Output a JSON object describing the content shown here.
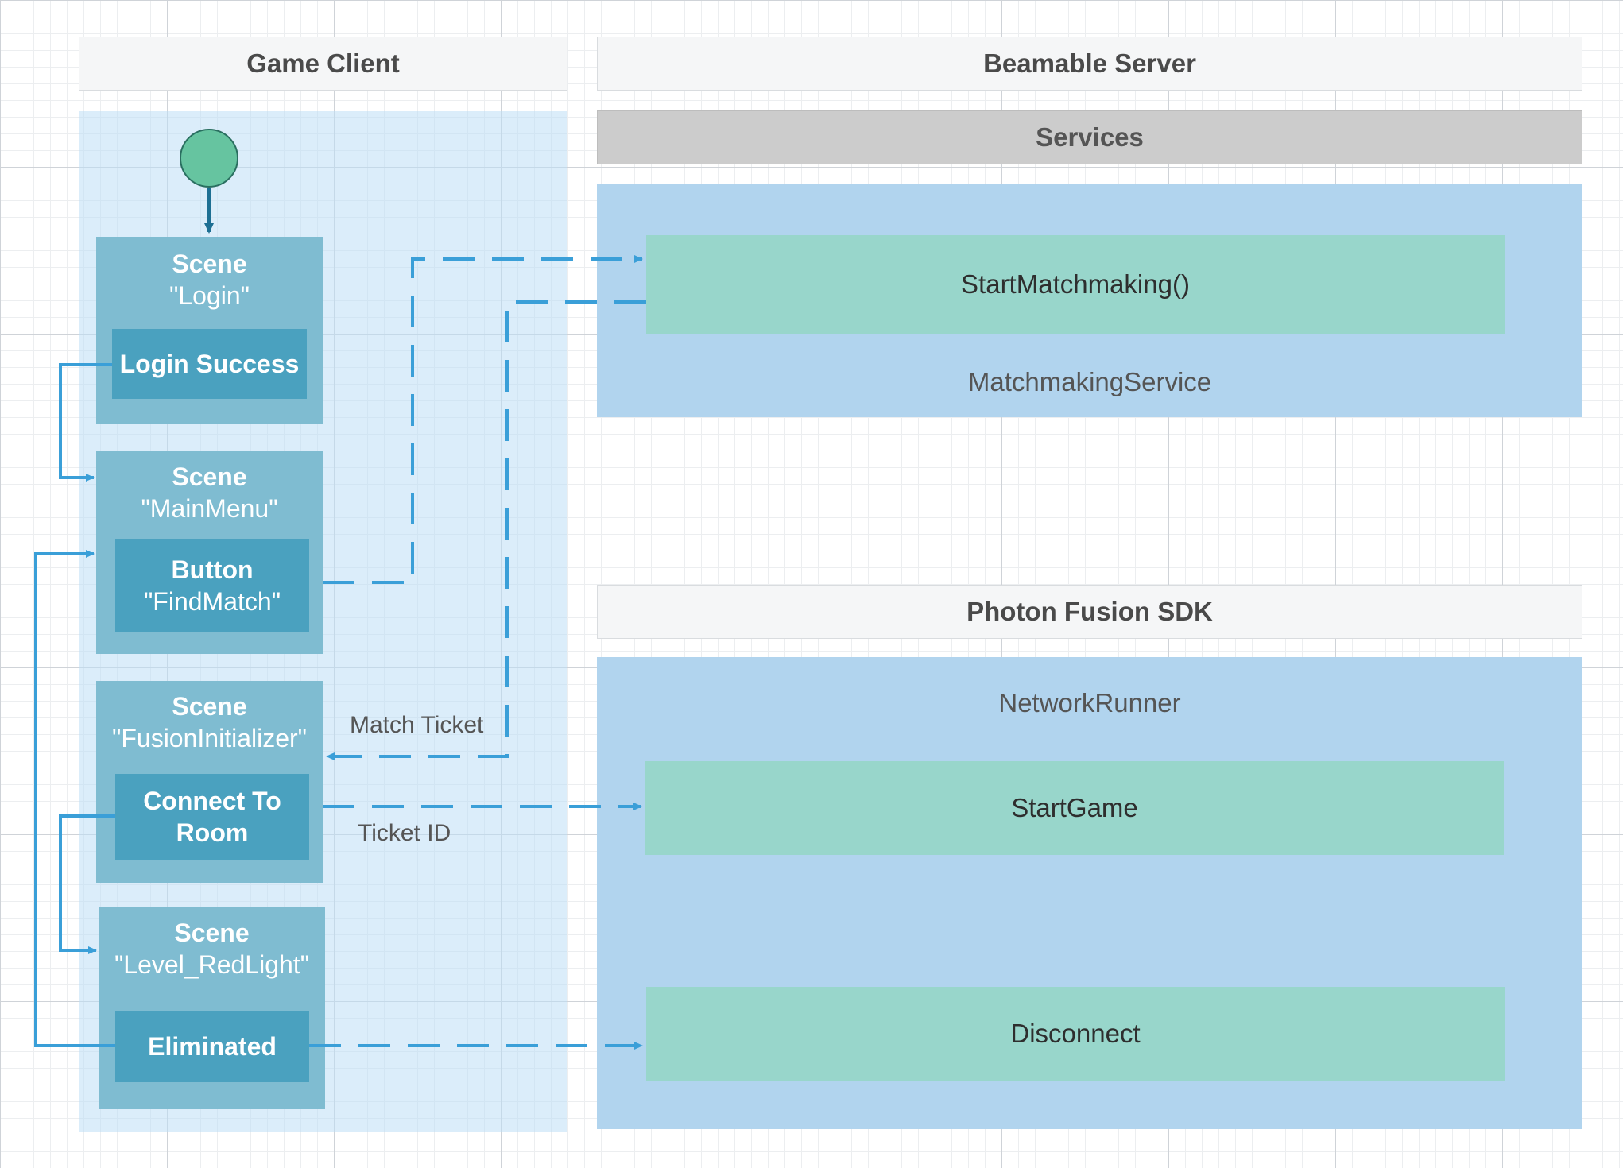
{
  "headers": {
    "game_client": "Game Client",
    "beamable_server": "Beamable Server",
    "services": "Services",
    "photon_fusion_sdk": "Photon Fusion SDK"
  },
  "scenes": {
    "login": {
      "title": "Scene",
      "name": "\"Login\"",
      "action": "Login Success"
    },
    "main_menu": {
      "title": "Scene",
      "name": "\"MainMenu\"",
      "action_line1": "Button",
      "action_line2": "\"FindMatch\""
    },
    "fusion_initializer": {
      "title": "Scene",
      "name": "\"FusionInitializer\"",
      "action_line1": "Connect To",
      "action_line2": "Room"
    },
    "level_redlight": {
      "title": "Scene",
      "name": "\"Level_RedLight\"",
      "action": "Eliminated"
    }
  },
  "matchmaking_service": {
    "label": "MatchmakingService",
    "method": "StartMatchmaking()"
  },
  "network_runner": {
    "label": "NetworkRunner",
    "methods": [
      "StartGame",
      "Disconnect"
    ]
  },
  "edge_labels": {
    "match_ticket": "Match Ticket",
    "ticket_id": "Ticket ID"
  },
  "colors": {
    "client_lane": "#d6e9f8",
    "server_lane": "#b1d4ee",
    "scene_box": "#7fbcd1",
    "action_box": "#4aa1bf",
    "method_box": "#98d6cb",
    "edge": "#3a9fd8",
    "start_node": "#66c4a0"
  }
}
